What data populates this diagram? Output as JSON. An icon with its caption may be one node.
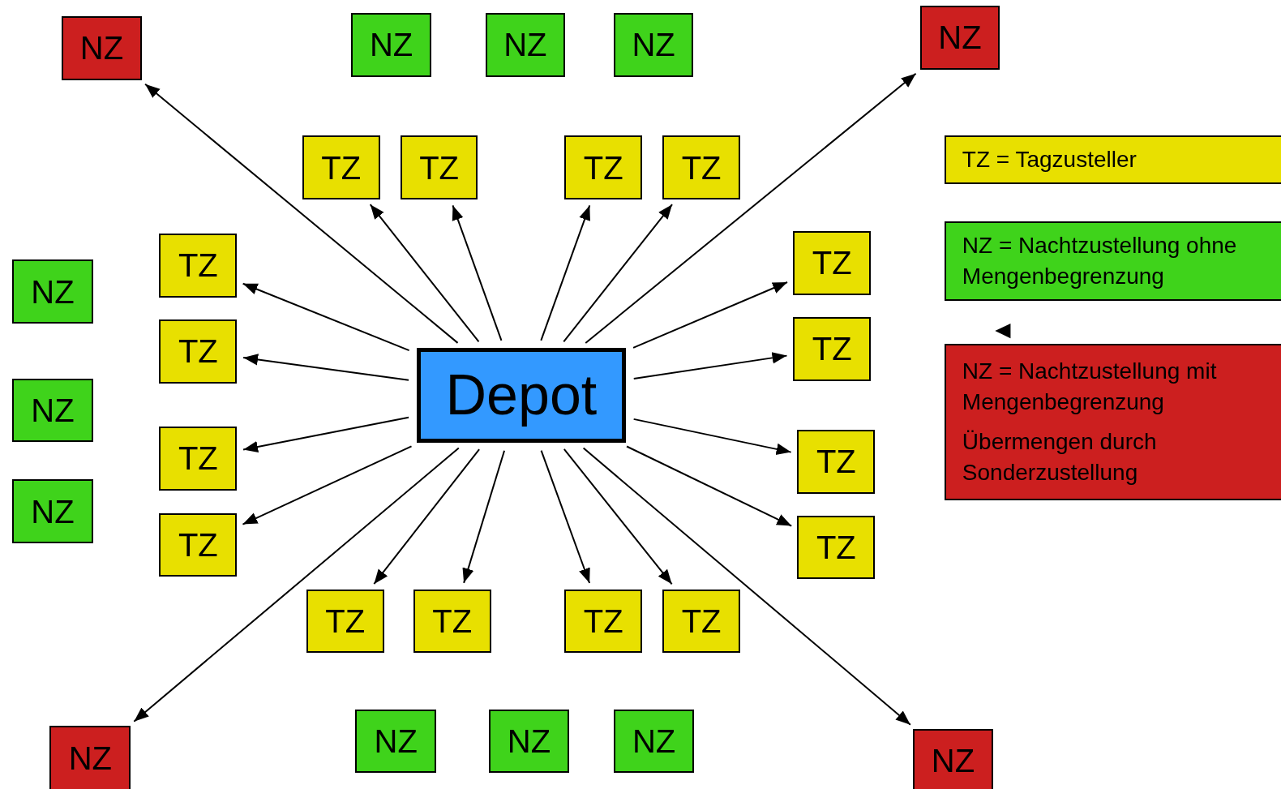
{
  "diagram": {
    "nodes": [
      {
        "text": [
          "NZ"
        ]
      },
      {
        "text": [
          "NZ"
        ]
      },
      {
        "text": [
          "NZ"
        ]
      },
      {
        "text": [
          "NZ"
        ]
      },
      {
        "text": [
          "NZ"
        ]
      },
      {
        "text": [
          "TZ"
        ]
      },
      {
        "text": [
          "TZ"
        ]
      },
      {
        "text": [
          "TZ"
        ]
      },
      {
        "text": [
          "TZ"
        ]
      },
      {
        "text": [
          "TZ = Tagzusteller"
        ]
      },
      {
        "text": [
          "NZ = Nachtzustellung ohne Mengenbegrenzung"
        ]
      },
      {
        "text": [
          "NZ = Nachtzustellung mit Mengenbegrenzung",
          "Übermengen durch Sonderzustellung"
        ]
      },
      {
        "text": [
          "TZ"
        ]
      },
      {
        "text": [
          "TZ"
        ]
      },
      {
        "text": [
          "TZ"
        ]
      },
      {
        "text": [
          "TZ"
        ]
      },
      {
        "text": [
          "NZ"
        ]
      },
      {
        "text": [
          "NZ"
        ]
      },
      {
        "text": [
          "NZ"
        ]
      },
      {
        "text": [
          "Depot"
        ]
      },
      {
        "text": [
          "TZ"
        ]
      },
      {
        "text": [
          "TZ"
        ]
      },
      {
        "text": [
          "TZ"
        ]
      },
      {
        "text": [
          "TZ"
        ]
      },
      {
        "text": [
          "TZ"
        ]
      },
      {
        "text": [
          "TZ"
        ]
      },
      {
        "text": [
          "TZ"
        ]
      },
      {
        "text": [
          "TZ"
        ]
      },
      {
        "text": [
          "NZ"
        ]
      },
      {
        "text": [
          "NZ"
        ]
      },
      {
        "text": [
          "NZ"
        ]
      },
      {
        "text": [
          "NZ"
        ]
      },
      {
        "text": [
          "NZ"
        ]
      }
    ],
    "edges": [
      {
        "from": 19,
        "to": 0,
        "arrow": "to"
      },
      {
        "from": 19,
        "to": 4,
        "arrow": "to"
      },
      {
        "from": 19,
        "to": 5,
        "arrow": "to"
      },
      {
        "from": 19,
        "to": 6,
        "arrow": "to"
      },
      {
        "from": 19,
        "to": 7,
        "arrow": "to"
      },
      {
        "from": 19,
        "to": 8,
        "arrow": "to"
      },
      {
        "from": 19,
        "to": 12,
        "arrow": "to"
      },
      {
        "from": 19,
        "to": 13,
        "arrow": "to"
      },
      {
        "from": 19,
        "to": 14,
        "arrow": "to"
      },
      {
        "from": 19,
        "to": 15,
        "arrow": "to"
      },
      {
        "from": 19,
        "to": 20,
        "arrow": "to"
      },
      {
        "from": 19,
        "to": 21,
        "arrow": "to"
      },
      {
        "from": 19,
        "to": 22,
        "arrow": "to"
      },
      {
        "from": 19,
        "to": 23,
        "arrow": "to"
      },
      {
        "from": 19,
        "to": 24,
        "arrow": "to"
      },
      {
        "from": 19,
        "to": 25,
        "arrow": "to"
      },
      {
        "from": 19,
        "to": 26,
        "arrow": "to"
      },
      {
        "from": 19,
        "to": 27,
        "arrow": "to"
      },
      {
        "from": 19,
        "to": 31,
        "arrow": "to"
      },
      {
        "from": 19,
        "to": 32,
        "arrow": "to"
      }
    ]
  }
}
